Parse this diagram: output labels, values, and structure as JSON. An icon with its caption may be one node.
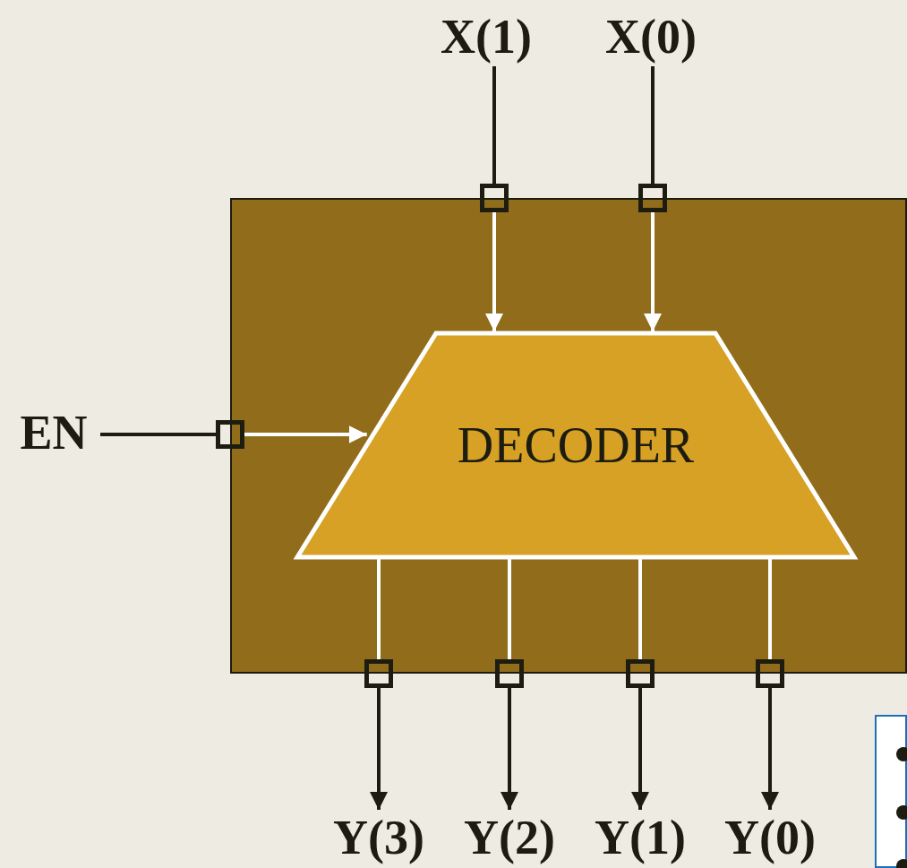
{
  "diagram": {
    "nodes": [
      {
        "text": [
          "X(1)"
        ]
      },
      {
        "text": [
          "X(0)"
        ]
      },
      {
        "text": [],
        "shape": "box"
      },
      {
        "text": [
          "DECODER"
        ],
        "in": 2
      },
      {
        "text": [],
        "shape": "box"
      },
      {
        "text": [],
        "shape": "box"
      },
      {
        "text": [
          "EN"
        ]
      },
      {
        "text": [],
        "shape": "box"
      },
      {
        "text": [],
        "shape": "box"
      },
      {
        "text": [],
        "shape": "box"
      },
      {
        "text": [],
        "shape": "box"
      },
      {
        "text": [],
        "shape": "box"
      },
      {
        "text": [
          "Y(3)"
        ]
      },
      {
        "text": [
          "Y(2)"
        ]
      },
      {
        "text": [
          "Y(1)"
        ]
      },
      {
        "text": [
          "Y(0)"
        ]
      },
      {
        "text": [],
        "shape": "box"
      }
    ],
    "edges": [
      {
        "from": 0,
        "to": 4,
        "arrow": "none"
      },
      {
        "from": 1,
        "to": 5,
        "arrow": "none"
      },
      {
        "from": 4,
        "to": 3,
        "arrow": "to",
        "color": "#ffffff"
      },
      {
        "from": 5,
        "to": 3,
        "arrow": "to",
        "color": "#ffffff"
      },
      {
        "from": 6,
        "to": 7,
        "arrow": "none"
      },
      {
        "from": 7,
        "to": 3,
        "arrow": "to",
        "color": "#ffffff"
      },
      {
        "from": 3,
        "to": 8,
        "arrow": "none",
        "color": "#ffffff"
      },
      {
        "from": 3,
        "to": 9,
        "arrow": "none",
        "color": "#ffffff"
      },
      {
        "from": 3,
        "to": 10,
        "arrow": "none",
        "color": "#ffffff"
      },
      {
        "from": 3,
        "to": 11,
        "arrow": "none",
        "color": "#ffffff"
      },
      {
        "from": 8,
        "to": 12,
        "arrow": "to"
      },
      {
        "from": 9,
        "to": 13,
        "arrow": "to"
      },
      {
        "from": 10,
        "to": 14,
        "arrow": "to"
      },
      {
        "from": 11,
        "to": 15,
        "arrow": "to"
      }
    ]
  }
}
